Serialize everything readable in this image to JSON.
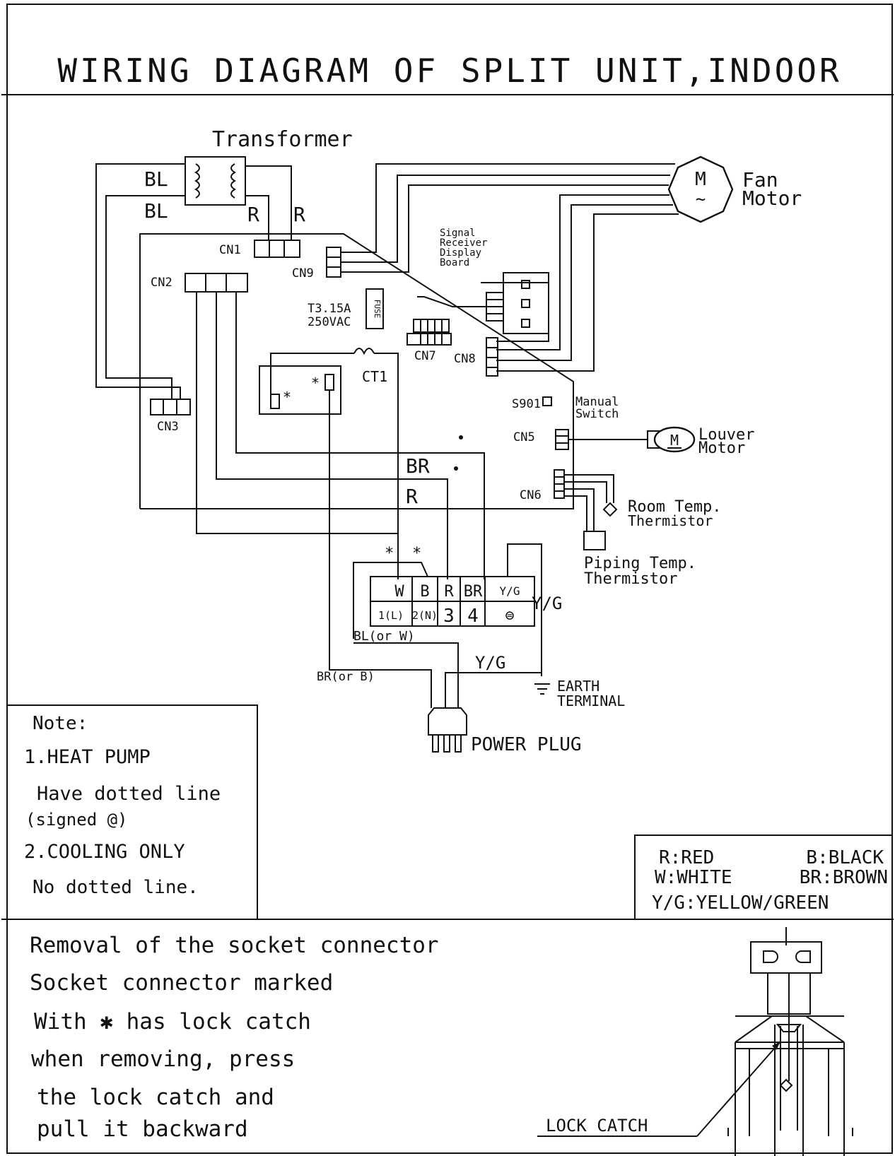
{
  "title": "WIRING DIAGRAM OF SPLIT UNIT,INDOOR",
  "components": {
    "transformer": "Transformer",
    "fan_motor": [
      "Fan",
      "Motor"
    ],
    "motor_m": "M",
    "motor_ac": "~",
    "signal_board": [
      "Signal",
      "Receiver",
      "Display",
      "Board"
    ],
    "fuse_rating": [
      "T3.15A",
      "250VAC"
    ],
    "fuse": "FUSE",
    "ct1": "CT1",
    "manual_switch_id": "S901",
    "manual_switch": [
      "Manual",
      "Switch"
    ],
    "louver_motor": [
      "Louver",
      "Motor"
    ],
    "room_temp": [
      "Room Temp.",
      "Thermistor"
    ],
    "piping_temp": [
      "Piping Temp.",
      "Thermistor"
    ],
    "earth_terminal": [
      "EARTH",
      "TERMINAL"
    ],
    "power_plug": "POWER PLUG",
    "lock_catch": "LOCK CATCH"
  },
  "connectors": {
    "cn1": "CN1",
    "cn2": "CN2",
    "cn3": "CN3",
    "cn5": "CN5",
    "cn6": "CN6",
    "cn7": "CN7",
    "cn8": "CN8",
    "cn9": "CN9"
  },
  "wire_labels": {
    "bl": "BL",
    "r": "R",
    "br": "BR",
    "yg": "Y/G",
    "bl_or_w": "BL(or W)",
    "br_or_b": "BR(or B)",
    "star": "*"
  },
  "terminal_block": {
    "colors": [
      "W",
      "B",
      "R",
      "BR",
      "Y/G"
    ],
    "numbers": [
      "1(L)",
      "2(N)",
      "3",
      "4",
      "⊜"
    ]
  },
  "note": {
    "heading": "Note:",
    "lines": [
      "1.HEAT PUMP",
      "Have dotted line",
      "(signed @)",
      "2.COOLING ONLY",
      "No dotted line."
    ]
  },
  "legend": {
    "rows": [
      [
        "R:RED",
        "B:BLACK"
      ],
      [
        "W:WHITE",
        "BR:BROWN"
      ],
      [
        "Y/G:YELLOW/GREEN",
        ""
      ]
    ]
  },
  "removal": {
    "lines": [
      "Removal of the socket connector",
      "Socket connector marked",
      "With ✱ has lock catch",
      "when removing, press",
      "the lock catch and",
      "pull it backward"
    ]
  }
}
